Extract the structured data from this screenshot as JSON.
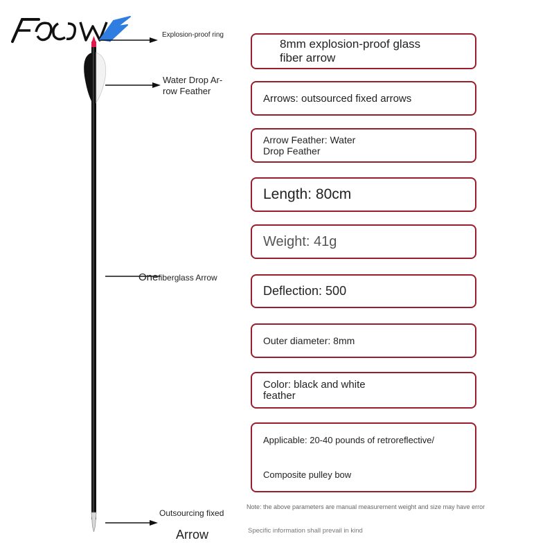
{
  "brand": {
    "logo_text": "FOOWW",
    "colors": {
      "dark": "#111111",
      "accent": "#2f7de1"
    }
  },
  "callouts": {
    "ring": "Explosion-proof ring",
    "feather_line1": "Water Drop Ar-",
    "feather_line2": "row Feather",
    "fiber_prefix": "One",
    "fiber_rest": "fiberglass Arrow",
    "fixed_line1": "Outsourcing fixed",
    "fixed_line2": "Arrow"
  },
  "specs": {
    "title_line1": "8mm explosion-proof glass",
    "title_line2": "fiber arrow",
    "arrows": "Arrows: outsourced fixed arrows",
    "feather_line1": "Arrow Feather: Water",
    "feather_line2": "Drop Feather",
    "length": "Length: 80cm",
    "weight": "Weight: 41g",
    "deflection": "Deflection: 500",
    "outer_diameter": "Outer diameter: 8mm",
    "color_line1": "Color: black and white",
    "color_line2": "feather",
    "applicable_line1": "Applicable: 20-40 pounds of retroreflective/",
    "applicable_line2": "Composite pulley bow"
  },
  "notes": {
    "manual": "Note: the above parameters are manual measurement weight and size may have error",
    "prevail": "Specific information shall prevail in kind"
  },
  "colors": {
    "box_border": "#9b1c2b",
    "shaft": "#111111",
    "nock": "#e0194a"
  }
}
